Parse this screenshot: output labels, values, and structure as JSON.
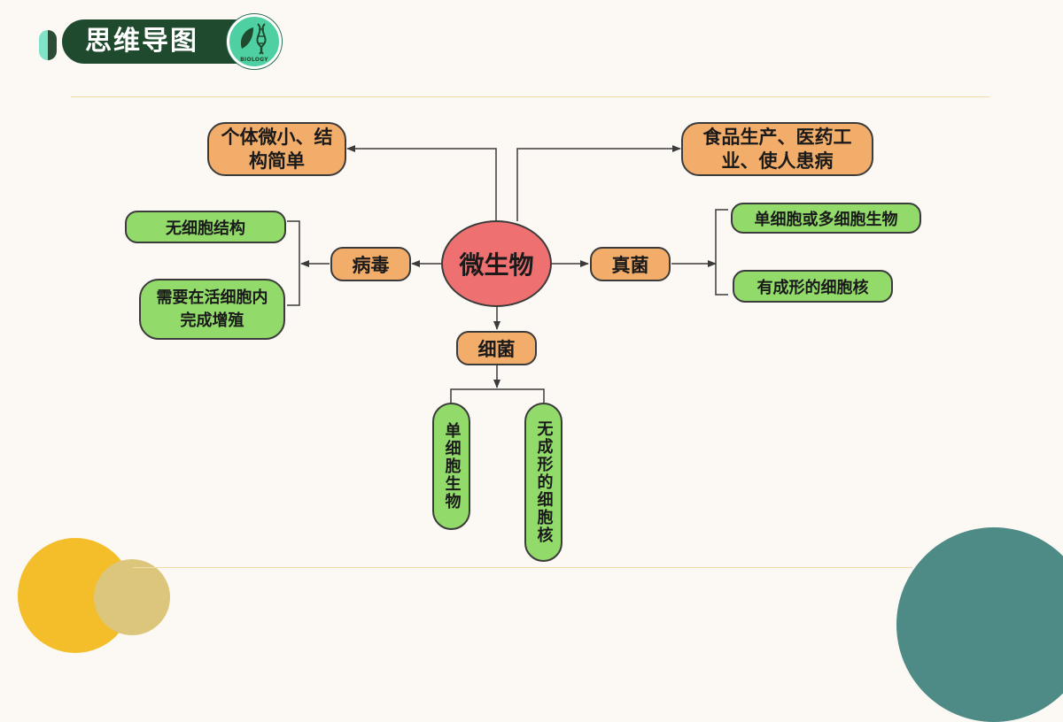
{
  "header": {
    "title": "思维导图",
    "logo_text": "BIOLOGY"
  },
  "mindmap": {
    "center": "微生物",
    "features": "个体微小、结构简单",
    "uses": "食品生产、医药工业、使人患病",
    "virus": {
      "label": "病毒",
      "traits": [
        "无细胞结构",
        "需要在活细胞内完成增殖"
      ]
    },
    "fungi": {
      "label": "真菌",
      "traits": [
        "单细胞或多细胞生物",
        "有成形的细胞核"
      ]
    },
    "bacteria": {
      "label": "细菌",
      "traits": [
        "单细胞生物",
        "无成形的细胞核"
      ]
    }
  },
  "colors": {
    "center": "#ef7070",
    "branch": "#f3ad6b",
    "leaf": "#92da6a",
    "header": "#1f4a2e",
    "logo": "#4fd0a3",
    "circle_yellow": "#f4bd2a",
    "circle_beige": "#dcc67b",
    "circle_teal": "#4e8a86"
  }
}
